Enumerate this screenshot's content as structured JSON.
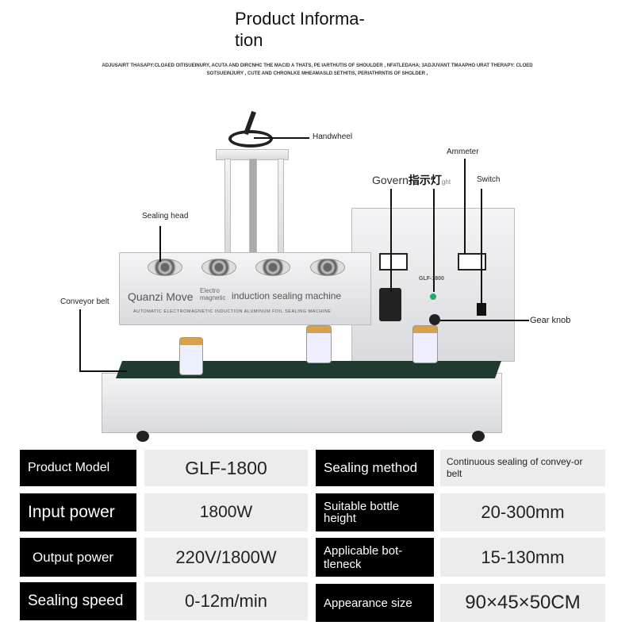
{
  "header": {
    "title": "Product Informa-\ntion",
    "subtitle": "ADJUSAIRT THASAPY:CLOAED OITISUEINURY, ACUTA AND DIRCNHC THE MACID A THATS, PE IARTHUTIS OF SHOULDER , NFATLEDAHA; 3ADJUVANT TMAAPHO URAT THERAPY: CLOED SOTSUEINJURY , CUTE AND CHRONLKE MHEAMASLD SETHITIS, PERIATHRNTIS OF SHOLDER ,"
  },
  "callouts": {
    "handwheel": "Handwheel",
    "ammeter": "Ammeter",
    "governor": "Govern",
    "indicator": "指示灯",
    "indicator_suffix": "ght",
    "switch": "Switch",
    "sealing_head": "Sealing head",
    "conveyor_belt": "Conveyor belt",
    "gear_knob": "Gear knob"
  },
  "machine": {
    "brand": "Quanzi Move",
    "overlay": "Electro magnetic",
    "name": "induction sealing machine",
    "tagline": "AUTOMATIC ELECTROMAGNETIC INDUCTION ALUMINUM FOIL SEALING MACHINE",
    "panel_model": "GLF-1800"
  },
  "specs": [
    {
      "label": "Product Model",
      "value": "GLF-1800"
    },
    {
      "label": "Input power",
      "value": "1800W"
    },
    {
      "label": "Output power",
      "value": "220V/1800W"
    },
    {
      "label": "Sealing speed",
      "value": "0-12m/min"
    },
    {
      "label": "Sealing method",
      "value": "Continuous sealing of convey-or belt"
    },
    {
      "label": "Suitable bottle height",
      "value": "20-300mm"
    },
    {
      "label": "Applicable bot-tleneck",
      "value": "15-130mm"
    },
    {
      "label": "Appearance size",
      "value": "90×45×50CM"
    }
  ]
}
